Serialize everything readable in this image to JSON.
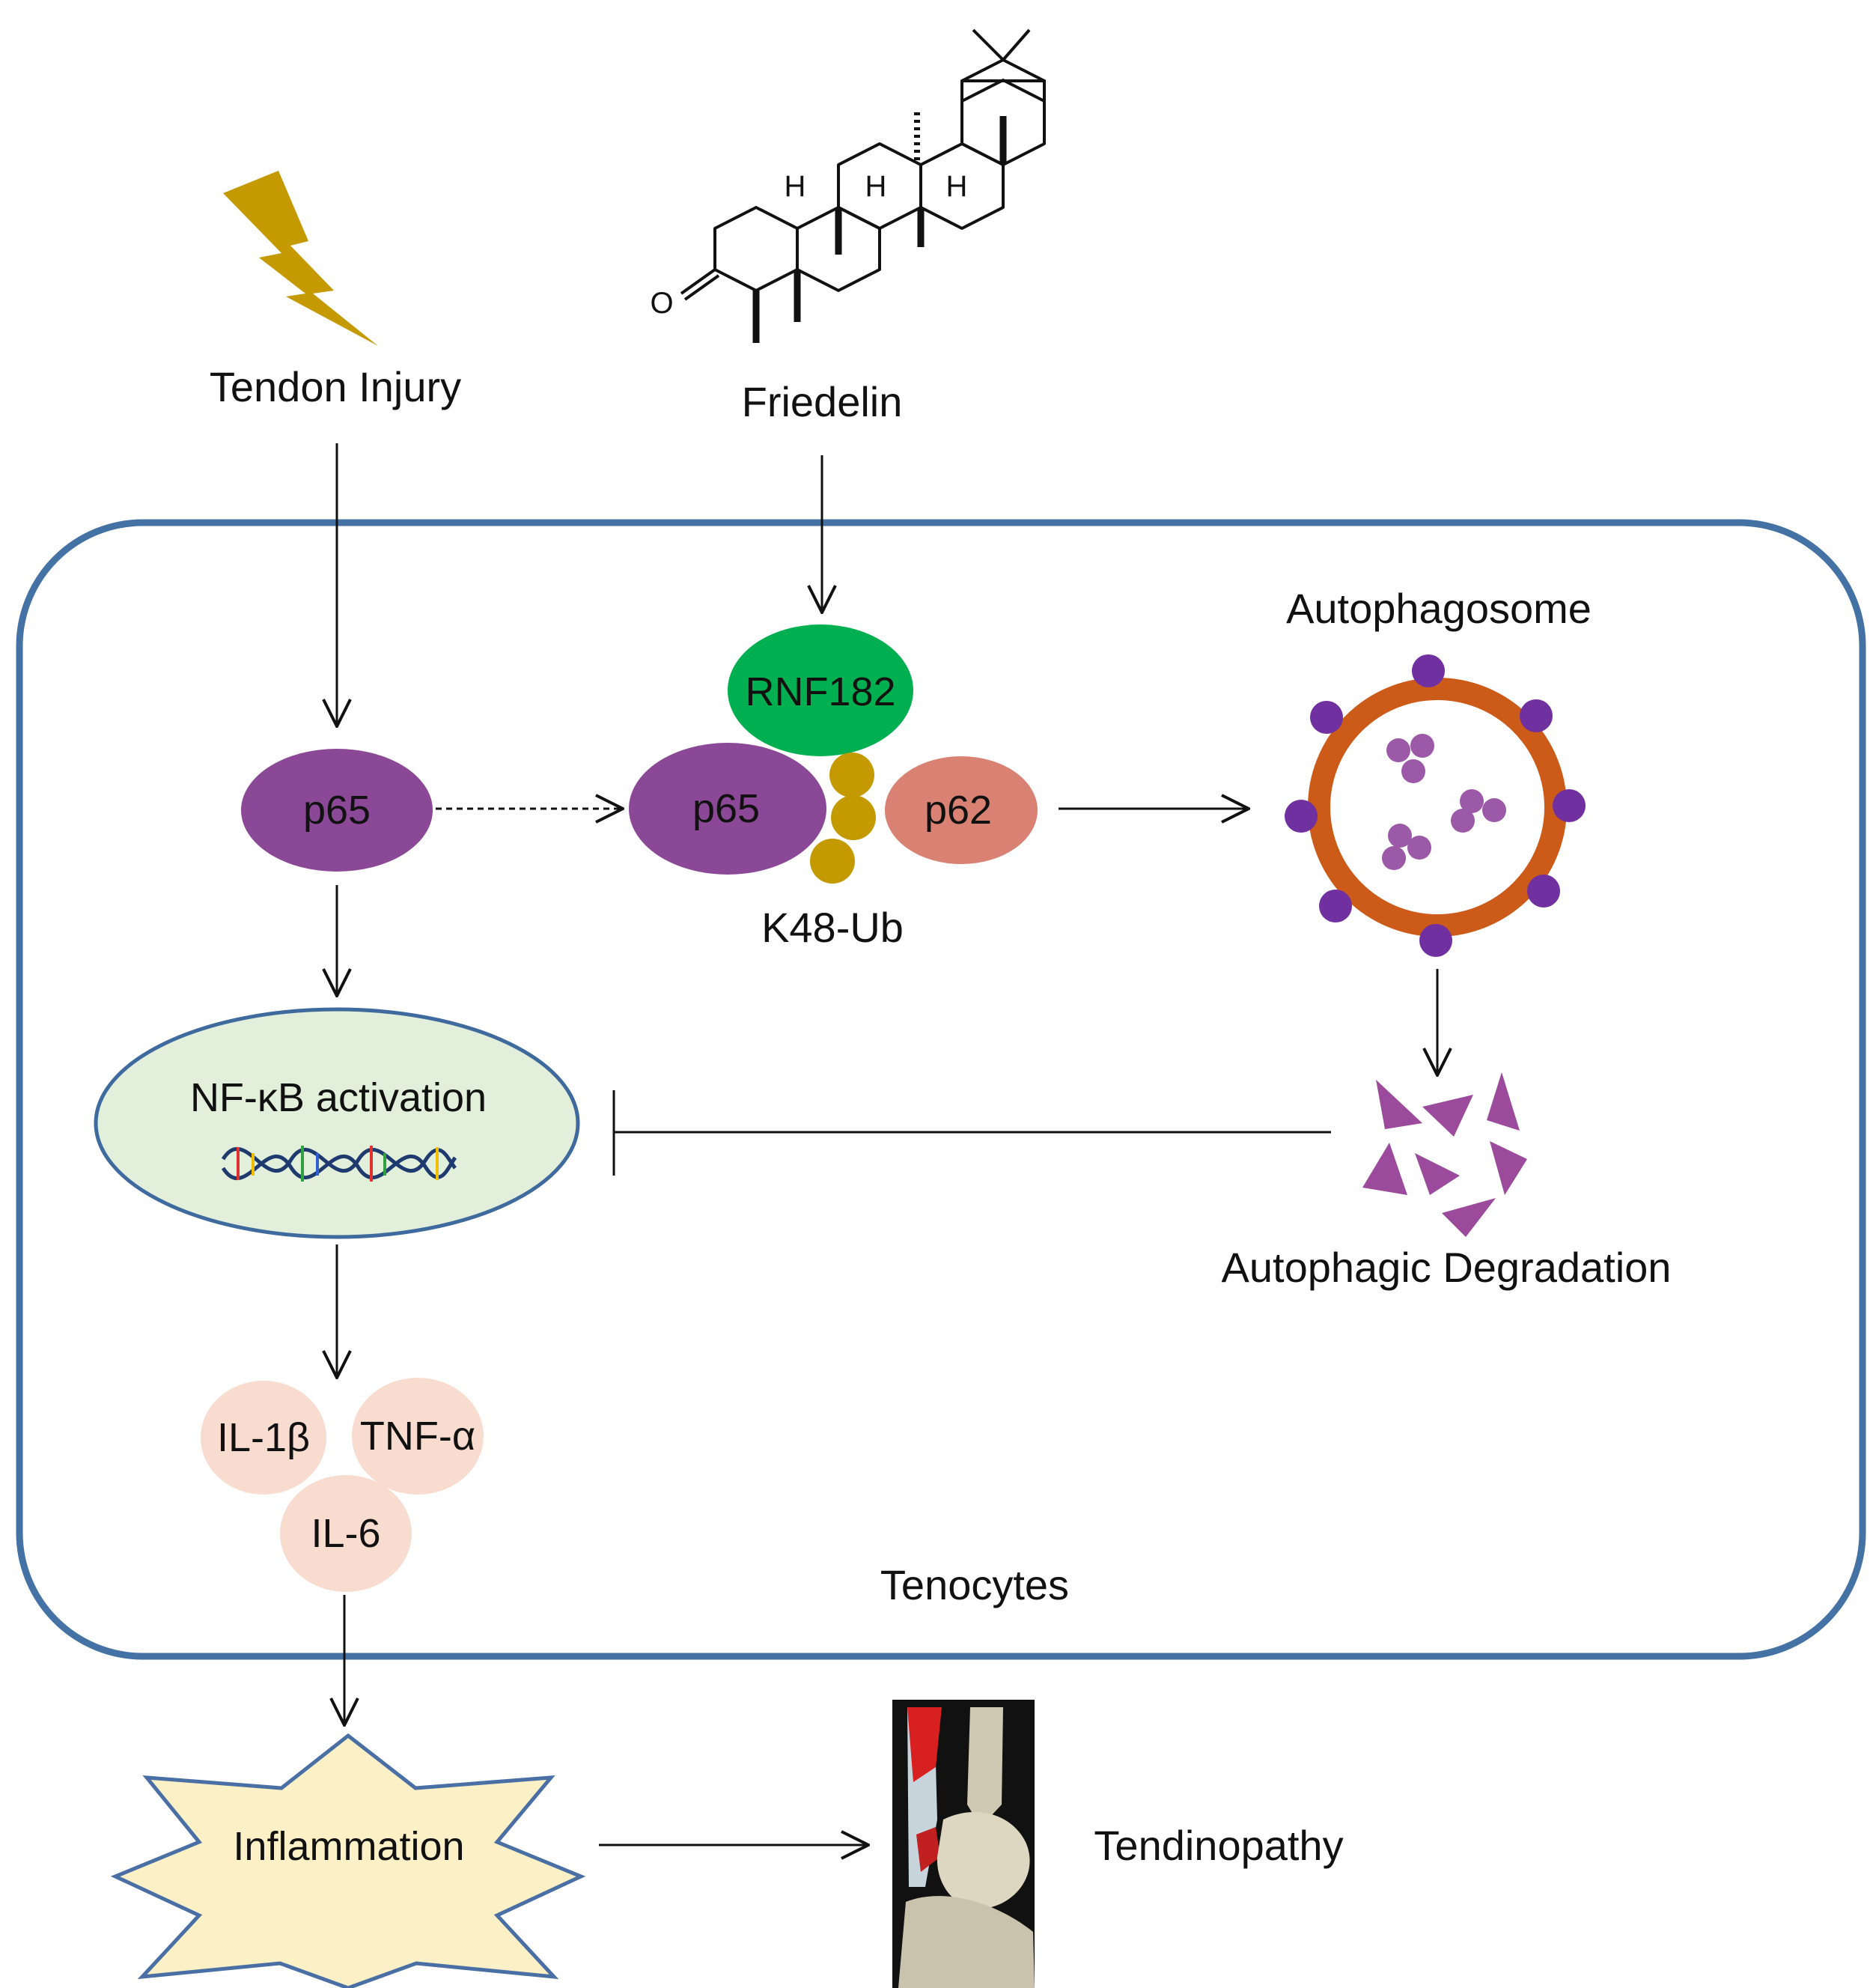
{
  "labels": {
    "tendon_injury": "Tendon Injury",
    "friedelin": "Friedelin",
    "p65_free": "p65",
    "p65_bound": "p65",
    "rnf182": "RNF182",
    "p62": "p62",
    "k48_ub": "K48-Ub",
    "autophagosome": "Autophagosome",
    "nfkb_activation": "NF-κB activation",
    "autophagic_degradation": "Autophagic Degradation",
    "il1b": "IL-1β",
    "tnfa": "TNF-α",
    "il6": "IL-6",
    "tenocytes": "Tenocytes",
    "inflammation": "Inflammation",
    "tendinopathy": "Tendinopathy"
  },
  "structure_atoms": {
    "ketone_oxygen": "O",
    "hydrogen_a": "H",
    "hydrogen_b": "H",
    "hydrogen_c": "H"
  },
  "colors": {
    "cell_border": "#4472a4",
    "p65": "#8b4896",
    "rnf182": "#00b050",
    "p62": "#d98274",
    "ubiquitin": "#c49a00",
    "autophagosome_ring": "#cc5a18",
    "autophagosome_dots": "#7030a0",
    "cargo": "#9b59a8",
    "degradation_fragments": "#9b4a9c",
    "nfkb_fill": "#e2efda",
    "nfkb_border": "#3e6a9e",
    "cytokine_fill": "#f8dccf",
    "inflammation_fill": "#fbf0c6",
    "inflammation_border": "#4a6fa5",
    "lightning": "#c49a00"
  },
  "icons": {
    "injury": "lightning-bolt-icon",
    "dna": "dna-helix-icon",
    "tendinopathy": "ankle-tendon-anatomy-icon"
  }
}
